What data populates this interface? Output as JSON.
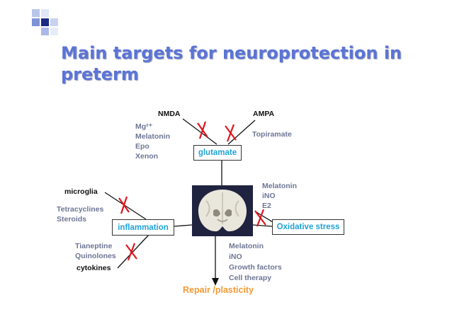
{
  "title": "Main targets for neuroprotection in preterm",
  "receptors": {
    "nmda": "NMDA",
    "ampa": "AMPA"
  },
  "nmda_agents": [
    "Mg²⁺",
    "Melatonin",
    "Epo",
    "Xenon"
  ],
  "ampa_agents": [
    "Topiramate"
  ],
  "boxes": {
    "glutamate": "glutamate",
    "inflammation": "inflammation",
    "oxidative_stress": "Oxidative stress"
  },
  "oxidative_agents": [
    "Melatonin",
    "iNO",
    "E2"
  ],
  "cells": {
    "microglia": "microglia",
    "cytokines": "cytokines"
  },
  "microglia_agents": [
    "Tetracyclines",
    "Steroids"
  ],
  "cytokine_agents": [
    "Tianeptine",
    "Quinolones"
  ],
  "repair_agents": [
    "Melatonin",
    "iNO",
    "Growth factors",
    "Cell therapy"
  ],
  "repair_label": "Repair /plasticity",
  "colors": {
    "title": "#5b74d6",
    "box_text": "#1fa3d8",
    "agent_text": "#6e7695",
    "repair": "#f39a35",
    "block_mark": "#e0141e",
    "line": "#111111"
  }
}
